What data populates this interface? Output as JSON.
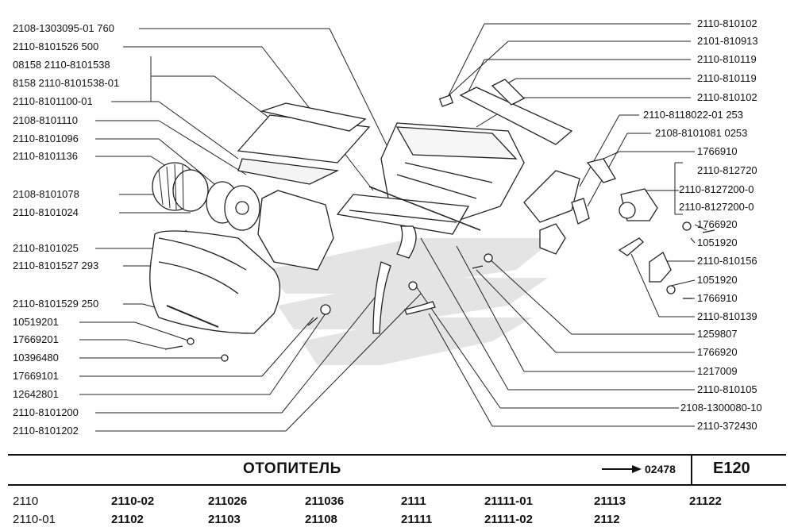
{
  "left_labels": [
    "2108-1303095-01  760",
    "2110-8101526  500",
    "08158  2110-8101538",
    "8158   2110-8101538-01",
    "2110-8101100-01",
    "2108-8101110",
    "2110-8101096",
    "2110-8101136",
    "2108-8101078",
    "2110-8101024",
    "2110-8101025",
    "2110-8101527  293",
    "2110-8101529  250",
    "10519201",
    "17669201",
    "10396480",
    "17669101",
    "12642801",
    "2110-8101200",
    "2110-8101202"
  ],
  "right_labels": [
    "2110-810102",
    "2101-810913",
    "2110-810119",
    "2110-810119",
    "2110-810102",
    "2110-8118022-01  253",
    "2108-8101081  0253",
    "1766910",
    "2110-812720",
    "2110-8127200-0",
    "2110-8127200-0",
    "1766920",
    "1051920",
    "2110-810156",
    "1051920",
    "1766910",
    "2110-810139",
    "1259807",
    "1766920",
    "1217009",
    "2110-810105",
    "2108-1300080-10",
    "2110-372430"
  ],
  "title": "ОТОПИТЕЛЬ",
  "page_ref": "02478",
  "section_code": "E120",
  "models_row1": [
    "2110",
    "2110-02",
    "211026",
    "211036",
    "2111",
    "21111-01",
    "21113",
    "21122"
  ],
  "models_row2": [
    "2110-01",
    "21102",
    "21103",
    "21108",
    "21111",
    "21111-02",
    "2112"
  ]
}
